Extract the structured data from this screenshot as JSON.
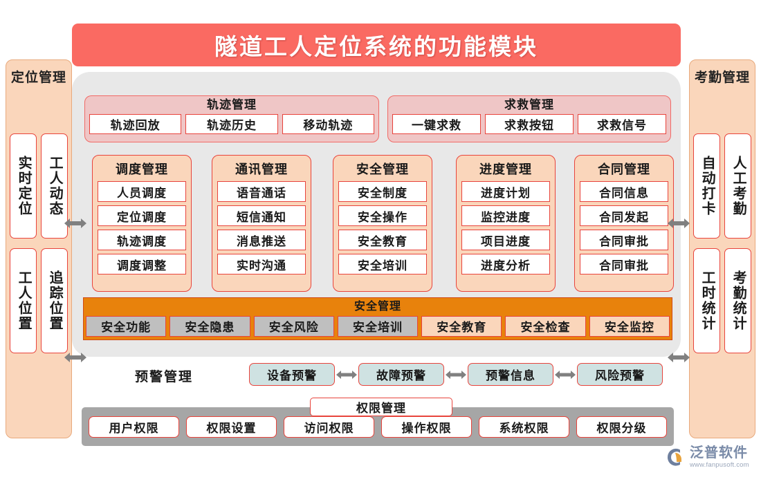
{
  "title": "隧道工人定位系统的功能模块",
  "colors": {
    "title_bar": "#FA6A62",
    "panel_peach": "#FAD6BB",
    "border_red": "#E8433B",
    "stage_gray": "#E8E8E8",
    "orange_bar": "#E8820C",
    "gray_bar": "#A6A6A6",
    "warn_blue": "#CFE2E2",
    "logo_blue": "#7A8BA8"
  },
  "side_left": {
    "title": "定位管理",
    "items": [
      "实时定位",
      "工人动态",
      "工人位置",
      "追踪位置"
    ]
  },
  "side_right": {
    "title": "考勤管理",
    "items": [
      "自动打卡",
      "人工考勤",
      "工时统计",
      "考勤统计"
    ]
  },
  "top_groups": [
    {
      "title": "轨迹管理",
      "items": [
        "轨迹回放",
        "轨迹历史",
        "移动轨迹"
      ]
    },
    {
      "title": "求救管理",
      "items": [
        "一键求救",
        "求救按钮",
        "求救信号"
      ]
    }
  ],
  "columns": [
    {
      "title": "调度管理",
      "items": [
        "人员调度",
        "定位调度",
        "轨迹调度",
        "调度调整"
      ]
    },
    {
      "title": "通讯管理",
      "items": [
        "语音通话",
        "短信通知",
        "消息推送",
        "实时沟通"
      ]
    },
    {
      "title": "安全管理",
      "items": [
        "安全制度",
        "安全操作",
        "安全教育",
        "安全培训"
      ]
    },
    {
      "title": "进度管理",
      "items": [
        "进度计划",
        "监控进度",
        "项目进度",
        "进度分析"
      ]
    },
    {
      "title": "合同管理",
      "items": [
        "合同信息",
        "合同发起",
        "合同审批",
        "合同审批"
      ]
    }
  ],
  "safety_bar": {
    "title": "安全管理",
    "items": [
      {
        "label": "安全功能",
        "style": "gray"
      },
      {
        "label": "安全隐患",
        "style": "gray"
      },
      {
        "label": "安全风险",
        "style": "gray"
      },
      {
        "label": "安全培训",
        "style": "gray"
      },
      {
        "label": "安全教育",
        "style": "peach"
      },
      {
        "label": "安全检查",
        "style": "peach"
      },
      {
        "label": "安全监控",
        "style": "peach"
      }
    ]
  },
  "warning": {
    "label": "预警管理",
    "items": [
      "设备预警",
      "故障预警",
      "预警信息",
      "风险预警"
    ]
  },
  "permission": {
    "title": "权限管理",
    "items": [
      "用户权限",
      "权限设置",
      "访问权限",
      "操作权限",
      "系统权限",
      "权限分级"
    ]
  },
  "logo": {
    "name": "泛普软件",
    "url": "www.fanpusoft.com"
  }
}
